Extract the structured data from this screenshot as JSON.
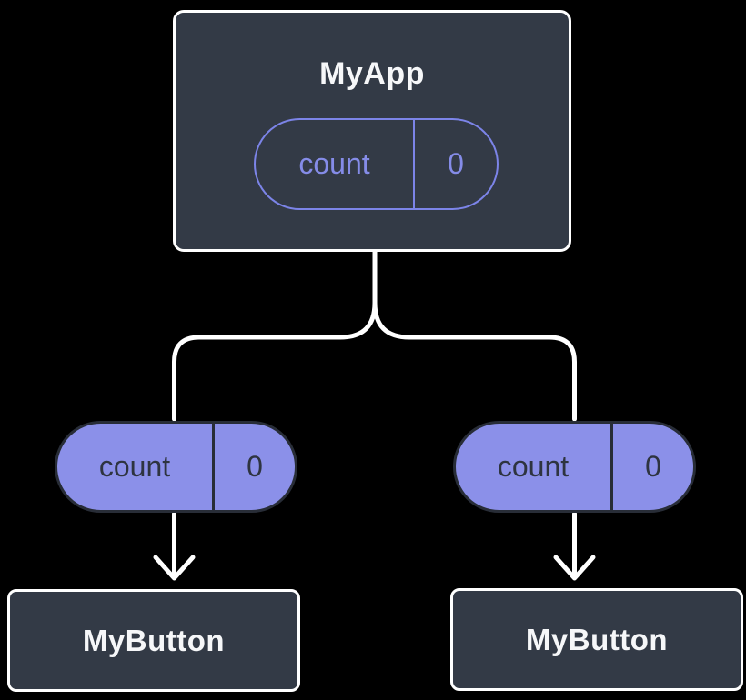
{
  "diagram": {
    "description": "React component tree passing state down as props",
    "colors": {
      "background": "#000000",
      "card_fill": "#333A46",
      "card_border": "#FFFFFF",
      "pill_fill": "#8B90E9",
      "pill_outline": "#7C84E8",
      "pill_dark_text": "#2E3440",
      "title_text": "#F6F7F9"
    },
    "root": {
      "title": "MyApp",
      "state": {
        "name": "count",
        "value": "0"
      }
    },
    "children": [
      {
        "title": "MyButton",
        "prop": {
          "name": "count",
          "value": "0"
        }
      },
      {
        "title": "MyButton",
        "prop": {
          "name": "count",
          "value": "0"
        }
      }
    ]
  }
}
